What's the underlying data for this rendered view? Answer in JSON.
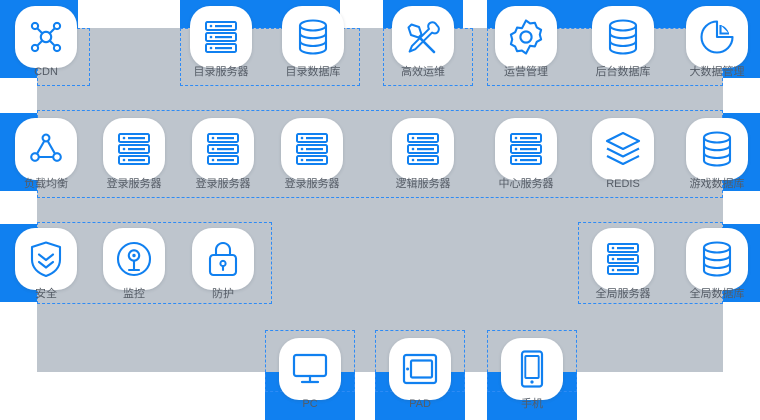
{
  "palette": {
    "accent_blue": "#1080f0",
    "panel_gray": "#bec5cd",
    "tile_white": "#ffffff",
    "dash_blue": "#2e8bf5",
    "label_gray": "#555c66"
  },
  "rows": [
    {
      "name": "edge-and-management-row",
      "tiles": [
        {
          "label": "CDN",
          "icon": "cdn-network-icon"
        },
        {
          "label": "目录服务器",
          "icon": "server-rack-icon"
        },
        {
          "label": "目录数据库",
          "icon": "database-cylinder-icon"
        },
        {
          "label": "高效运维",
          "icon": "tools-wrench-screwdriver-icon"
        },
        {
          "label": "运营管理",
          "icon": "gear-settings-icon"
        },
        {
          "label": "后台数据库",
          "icon": "database-cylinder-icon"
        },
        {
          "label": "大数据管理",
          "icon": "pie-chart-icon"
        }
      ]
    },
    {
      "name": "server-cluster-row",
      "tiles": [
        {
          "label": "负载均衡",
          "icon": "load-balancer-icon"
        },
        {
          "label": "登录服务器",
          "icon": "server-rack-icon"
        },
        {
          "label": "登录服务器",
          "icon": "server-rack-icon"
        },
        {
          "label": "登录服务器",
          "icon": "server-rack-icon"
        },
        {
          "label": "逻辑服务器",
          "icon": "server-rack-icon"
        },
        {
          "label": "中心服务器",
          "icon": "server-rack-icon"
        },
        {
          "label": "REDIS",
          "icon": "stacked-layers-icon"
        },
        {
          "label": "游戏数据库",
          "icon": "database-cylinder-icon"
        }
      ]
    },
    {
      "name": "security-and-global-row",
      "tiles": [
        {
          "label": "安全",
          "icon": "shield-check-icon"
        },
        {
          "label": "监控",
          "icon": "monitor-camera-icon"
        },
        {
          "label": "防护",
          "icon": "lock-icon"
        },
        {
          "label": "全局服务器",
          "icon": "server-rack-icon"
        },
        {
          "label": "全局数据库",
          "icon": "database-cylinder-icon"
        }
      ]
    },
    {
      "name": "client-devices-row",
      "tiles": [
        {
          "label": "PC",
          "icon": "desktop-monitor-icon"
        },
        {
          "label": "PAD",
          "icon": "tablet-icon"
        },
        {
          "label": "手机",
          "icon": "mobile-phone-icon"
        }
      ]
    }
  ]
}
